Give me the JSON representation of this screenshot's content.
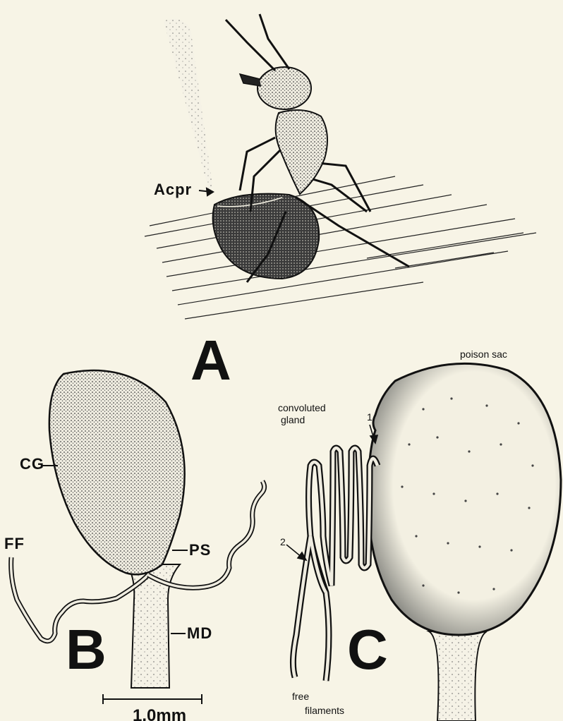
{
  "panels": {
    "A": {
      "letter": "A",
      "labels": {
        "acpr": "Acpr"
      }
    },
    "B": {
      "letter": "B",
      "labels": {
        "cg": "CG",
        "ff": "FF",
        "ps": "PS",
        "md": "MD"
      }
    },
    "C": {
      "letter": "C",
      "labels": {
        "poison_sac": "poison sac",
        "convoluted_line1": "convoluted",
        "convoluted_line2": "gland",
        "arrow1": "1",
        "arrow2": "2",
        "free_line1": "free",
        "free_line2": "filaments"
      }
    }
  },
  "scale_bar": {
    "label": "1.0mm"
  },
  "colors": {
    "ink": "#111111",
    "paper": "#f7f4e6",
    "stipple": "#5a5a5a"
  }
}
